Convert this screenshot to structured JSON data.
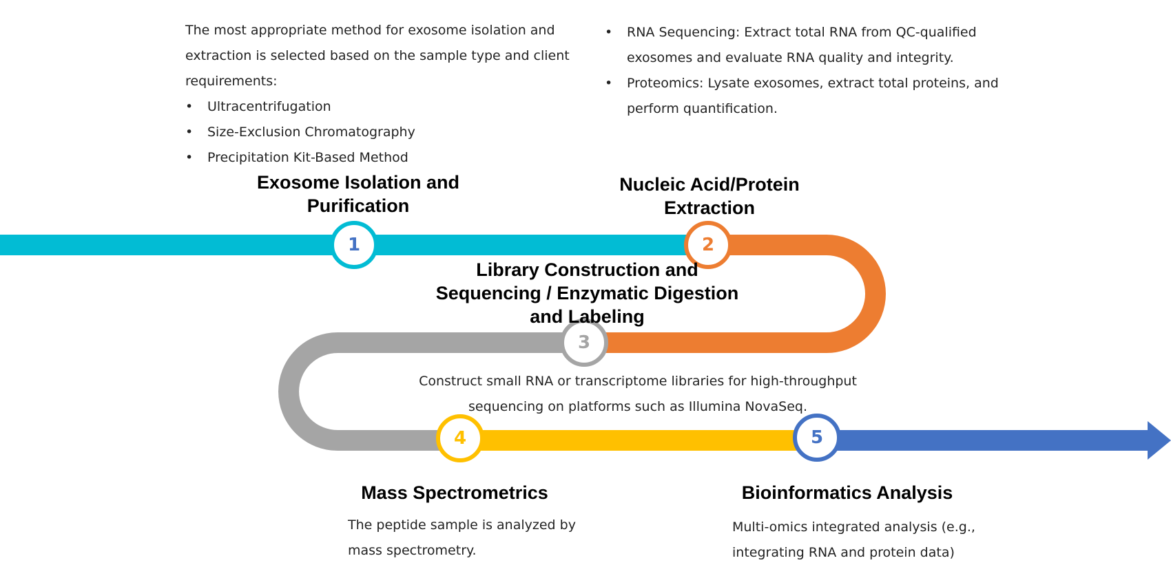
{
  "colors": {
    "cyan": "#02BCD4",
    "orange": "#ED7D31",
    "gray": "#A5A5A5",
    "yellow": "#FFC000",
    "blue": "#4472C4",
    "step1_number": "#4472C4"
  },
  "intro": {
    "lead": "The most appropriate method for exosome isolation and extraction is selected based on the sample type and client requirements:",
    "methods": [
      "Ultracentrifugation",
      "Size-Exclusion Chromatography",
      "Precipitation Kit-Based Method"
    ]
  },
  "extraction_notes": [
    "RNA Sequencing: Extract total RNA from QC-qualified exosomes and evaluate RNA quality and integrity.",
    "Proteomics: Lysate exosomes, extract total proteins, and perform quantification."
  ],
  "steps": [
    {
      "number": "1",
      "title": "Exosome Isolation and Purification"
    },
    {
      "number": "2",
      "title": "Nucleic Acid/Protein Extraction"
    },
    {
      "number": "3",
      "title": "Library Construction and Sequencing / Enzymatic Digestion and Labeling",
      "description": "Construct small RNA or transcriptome libraries for high-throughput sequencing on platforms such as Illumina NovaSeq."
    },
    {
      "number": "4",
      "title": "Mass Spectrometrics",
      "description": "The peptide sample is analyzed by mass spectrometry."
    },
    {
      "number": "5",
      "title": "Bioinformatics Analysis",
      "description": "Multi-omics integrated analysis (e.g., integrating RNA and protein data)"
    }
  ]
}
